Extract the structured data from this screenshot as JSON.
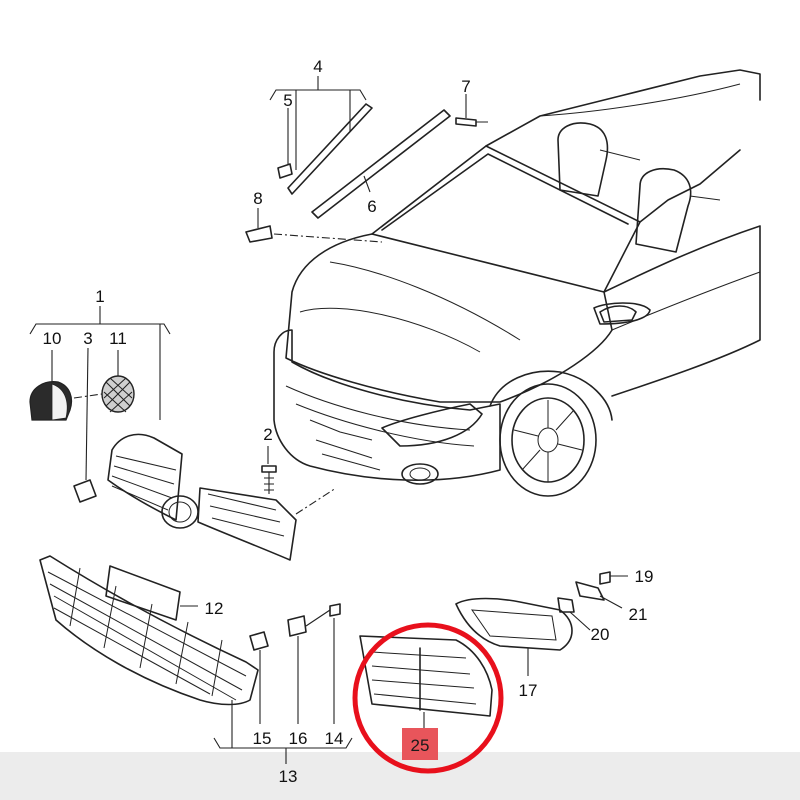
{
  "highlight": {
    "part_number": "25",
    "circle_color": "#e8101c",
    "badge_color": "#e8555b"
  },
  "callouts": {
    "p1": "1",
    "p2": "2",
    "p3": "3",
    "p4": "4",
    "p5": "5",
    "p6": "6",
    "p7": "7",
    "p8": "8",
    "p10": "10",
    "p11": "11",
    "p12": "12",
    "p13": "13",
    "p14": "14",
    "p15": "15",
    "p16": "16",
    "p17": "17",
    "p19": "19",
    "p20": "20",
    "p21": "21"
  }
}
